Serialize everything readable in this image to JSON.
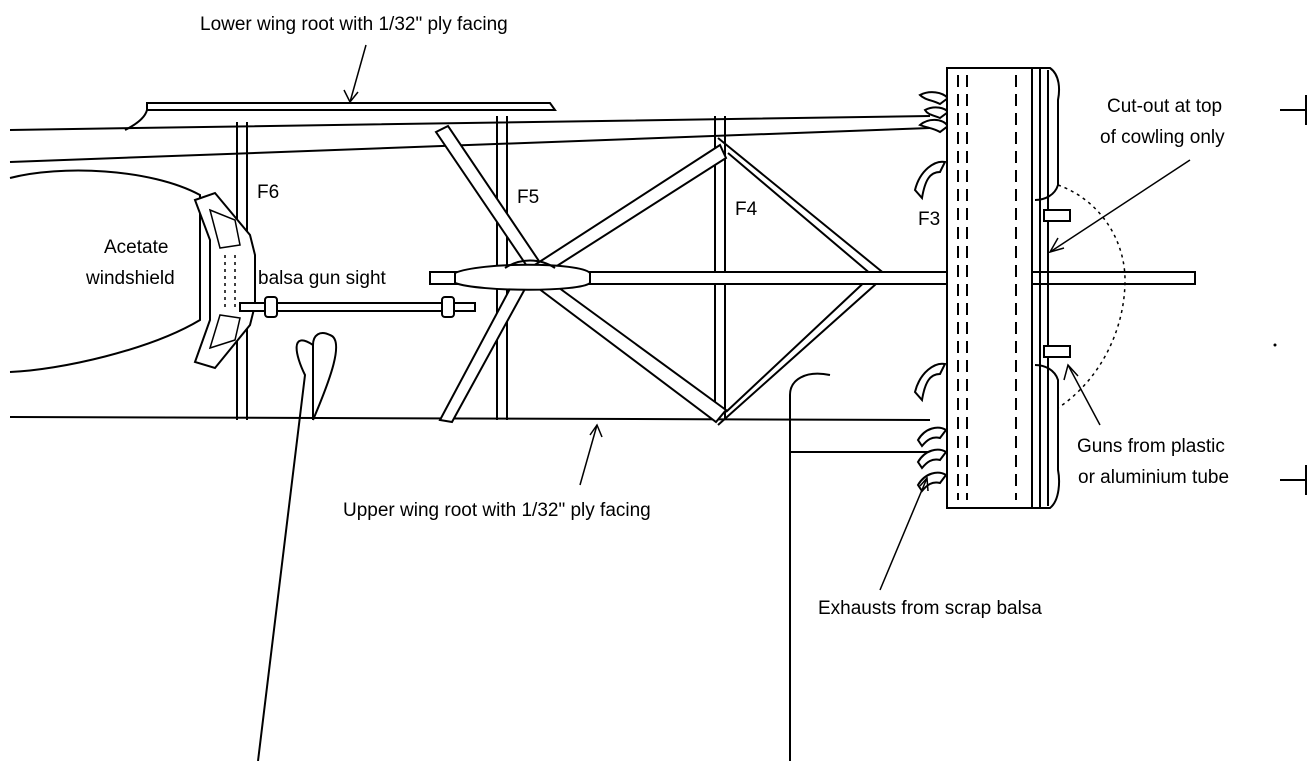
{
  "labels": {
    "lower_wing_root": "Lower wing root with 1/32\" ply facing",
    "upper_wing_root": "Upper wing root with 1/32\" ply facing",
    "cutout_line1": "Cut-out at top",
    "cutout_line2": "of cowling only",
    "guns_line1": "Guns from plastic",
    "guns_line2": "or aluminium tube",
    "exhausts": "Exhausts from scrap balsa",
    "windshield_line1": "Acetate",
    "windshield_line2": "windshield",
    "gun_sight": "balsa gun sight",
    "f6": "F6",
    "f5": "F5",
    "f4": "F4",
    "f3": "F3"
  }
}
